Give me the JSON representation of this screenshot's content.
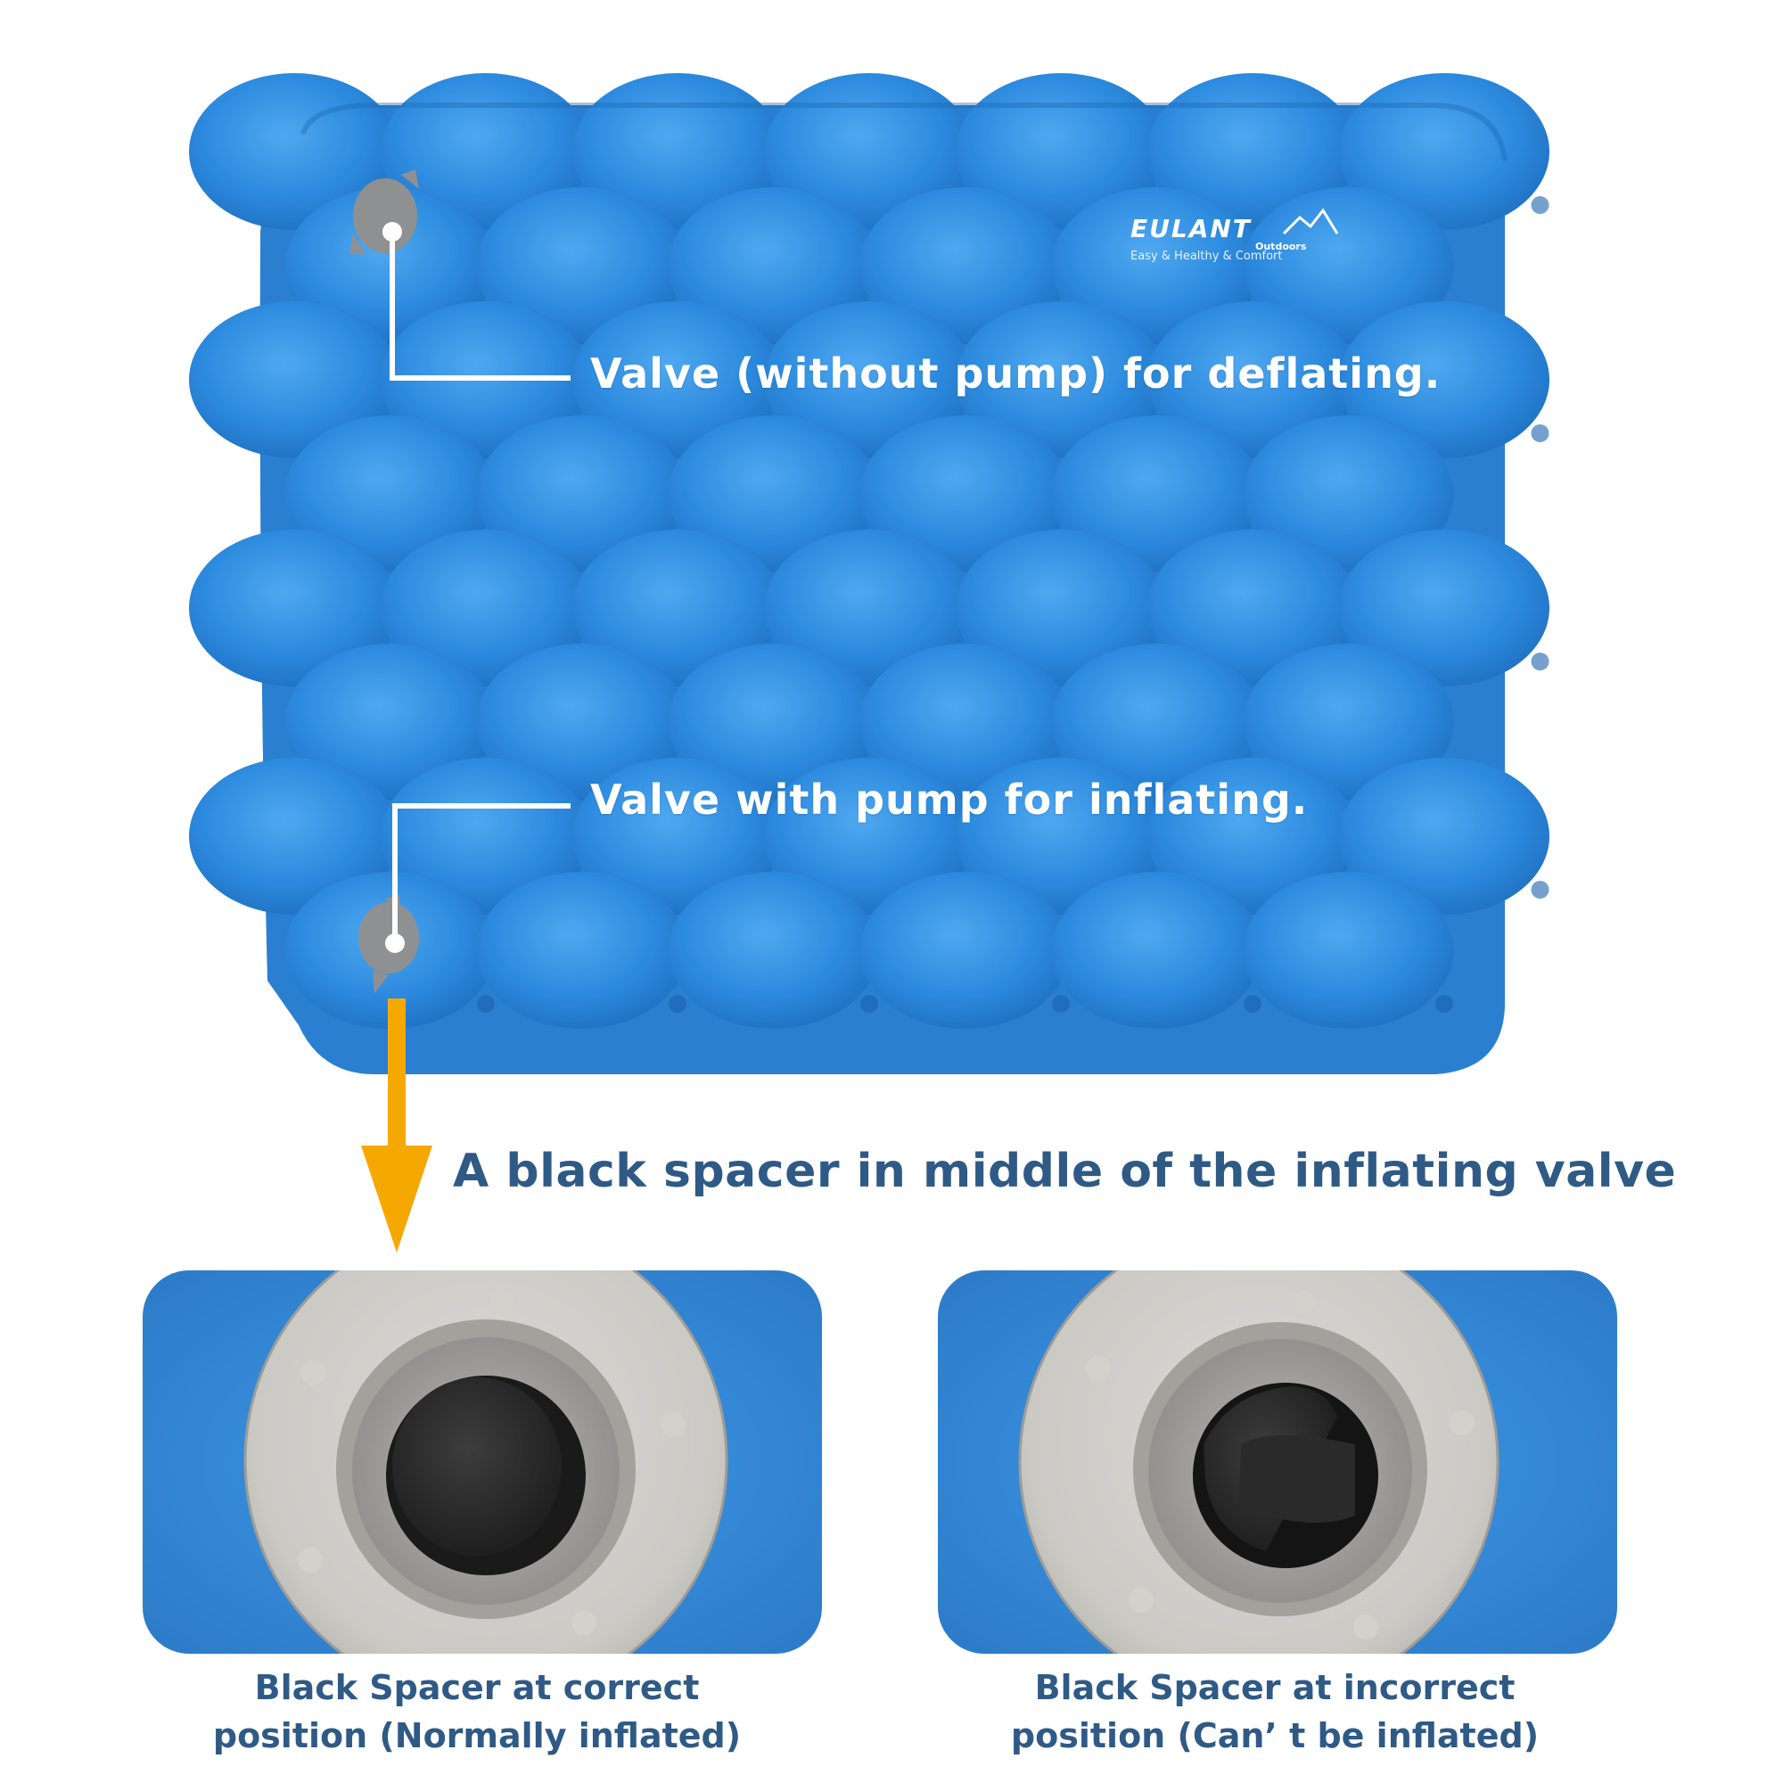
{
  "brand": {
    "logo_text": "EULANT",
    "logo_sub": "Outdoors",
    "tagline": "Easy & Healthy & Comfort"
  },
  "callouts": {
    "deflate": "Valve (without pump) for deflating.",
    "inflate": "Valve with pump for inflating."
  },
  "headline": "A black spacer in middle of the inflating valve",
  "panels": [
    {
      "caption_line1": "Black Spacer at correct",
      "caption_line2": "position (Normally inflated)"
    },
    {
      "caption_line1": "Black Spacer at incorrect",
      "caption_line2": "position (Can’ t be inflated)"
    }
  ],
  "colors": {
    "mat_blue": "#2a86d8",
    "accent_orange": "#f5a800",
    "headline_navy": "#2f5a86",
    "valve_gray": "#c9c7c2",
    "spacer_black": "#2b2b2b"
  }
}
